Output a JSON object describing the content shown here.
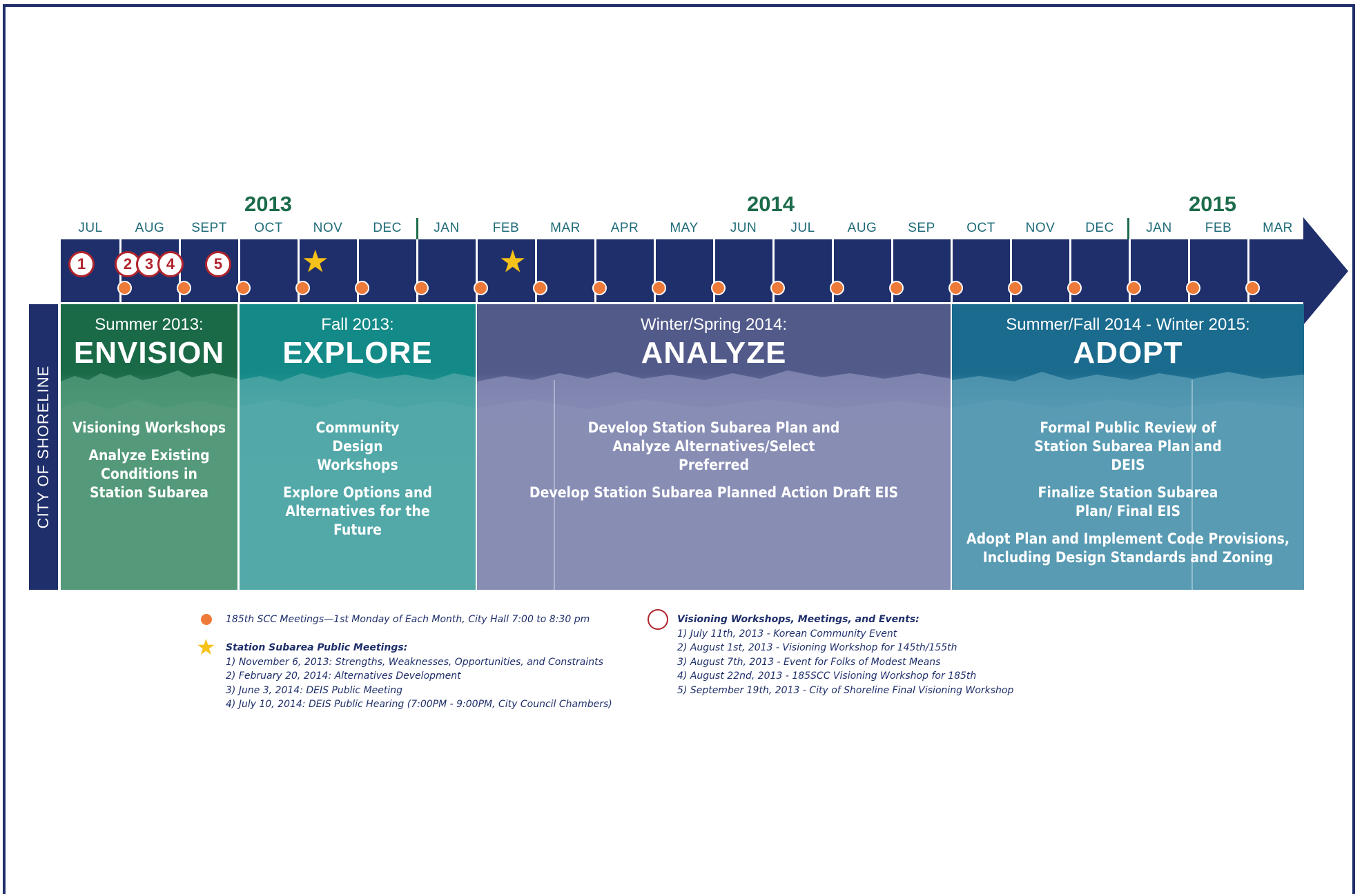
{
  "years": [
    "2013",
    "2014",
    "2015"
  ],
  "months": [
    "JUL",
    "AUG",
    "SEPT",
    "OCT",
    "NOV",
    "DEC",
    "JAN",
    "FEB",
    "MAR",
    "APR",
    "MAY",
    "JUN",
    "JUL",
    "AUG",
    "SEP",
    "OCT",
    "NOV",
    "DEC",
    "JAN",
    "FEB",
    "MAR"
  ],
  "workshop_markers": [
    "1",
    "2",
    "3",
    "4",
    "5"
  ],
  "side_label": "CITY OF SHORELINE",
  "phases": [
    {
      "subtitle": "Summer 2013:",
      "title": "ENVISION",
      "items": [
        "Visioning Workshops",
        "Analyze Existing Conditions in Station Subarea"
      ]
    },
    {
      "subtitle": "Fall 2013:",
      "title": "EXPLORE",
      "items": [
        "Community Design Workshops",
        "Explore Options and Alternatives for the Future"
      ]
    },
    {
      "subtitle": "Winter/Spring 2014:",
      "title": "ANALYZE",
      "items": [
        "Develop Station Subarea Plan and Analyze Alternatives/Select Preferred",
        "Develop Station Subarea Planned Action Draft EIS"
      ]
    },
    {
      "subtitle": "Summer/Fall 2014 - Winter 2015:",
      "title": "ADOPT",
      "items": [
        "Formal Public Review of Station Subarea Plan and DEIS",
        "Finalize Station Subarea Plan/ Final EIS",
        "Adopt Plan and Implement Code Provisions, Including Design Standards and Zoning"
      ]
    }
  ],
  "colors": {
    "navy": "#1f2f6b",
    "meeting_dot": "#ee7a3a",
    "star": "#f5c21b",
    "workshop_ring": "#b0242c",
    "envision": "#1f6e4c",
    "explore": "#1b8c8a",
    "analyze": "#5a6094",
    "adopt": "#1d6d8f"
  },
  "legend": {
    "meetings": "185th SCC Meetings—1st Monday of Each Month, City Hall 7:00 to 8:30 pm",
    "public_meetings_title": "Station Subarea Public Meetings:",
    "public_meetings": [
      "1) November 6, 2013: Strengths, Weaknesses, Opportunities, and Constraints",
      "2) February 20, 2014: Alternatives Development",
      "3) June 3, 2014: DEIS Public Meeting",
      "4) July 10, 2014: DEIS Public Hearing (7:00PM - 9:00PM, City Council Chambers)"
    ],
    "workshops_title": "Visioning Workshops, Meetings, and Events:",
    "workshops": [
      "1)  July 11th, 2013 - Korean Community Event",
      "2) August 1st, 2013 - Visioning Workshop for 145th/155th",
      "3) August 7th, 2013 - Event for Folks of Modest Means",
      "4) August 22nd, 2013 - 185SCC Visioning Workshop for 185th",
      "5) September 19th, 2013 - City of Shoreline Final Visioning Workshop"
    ]
  }
}
